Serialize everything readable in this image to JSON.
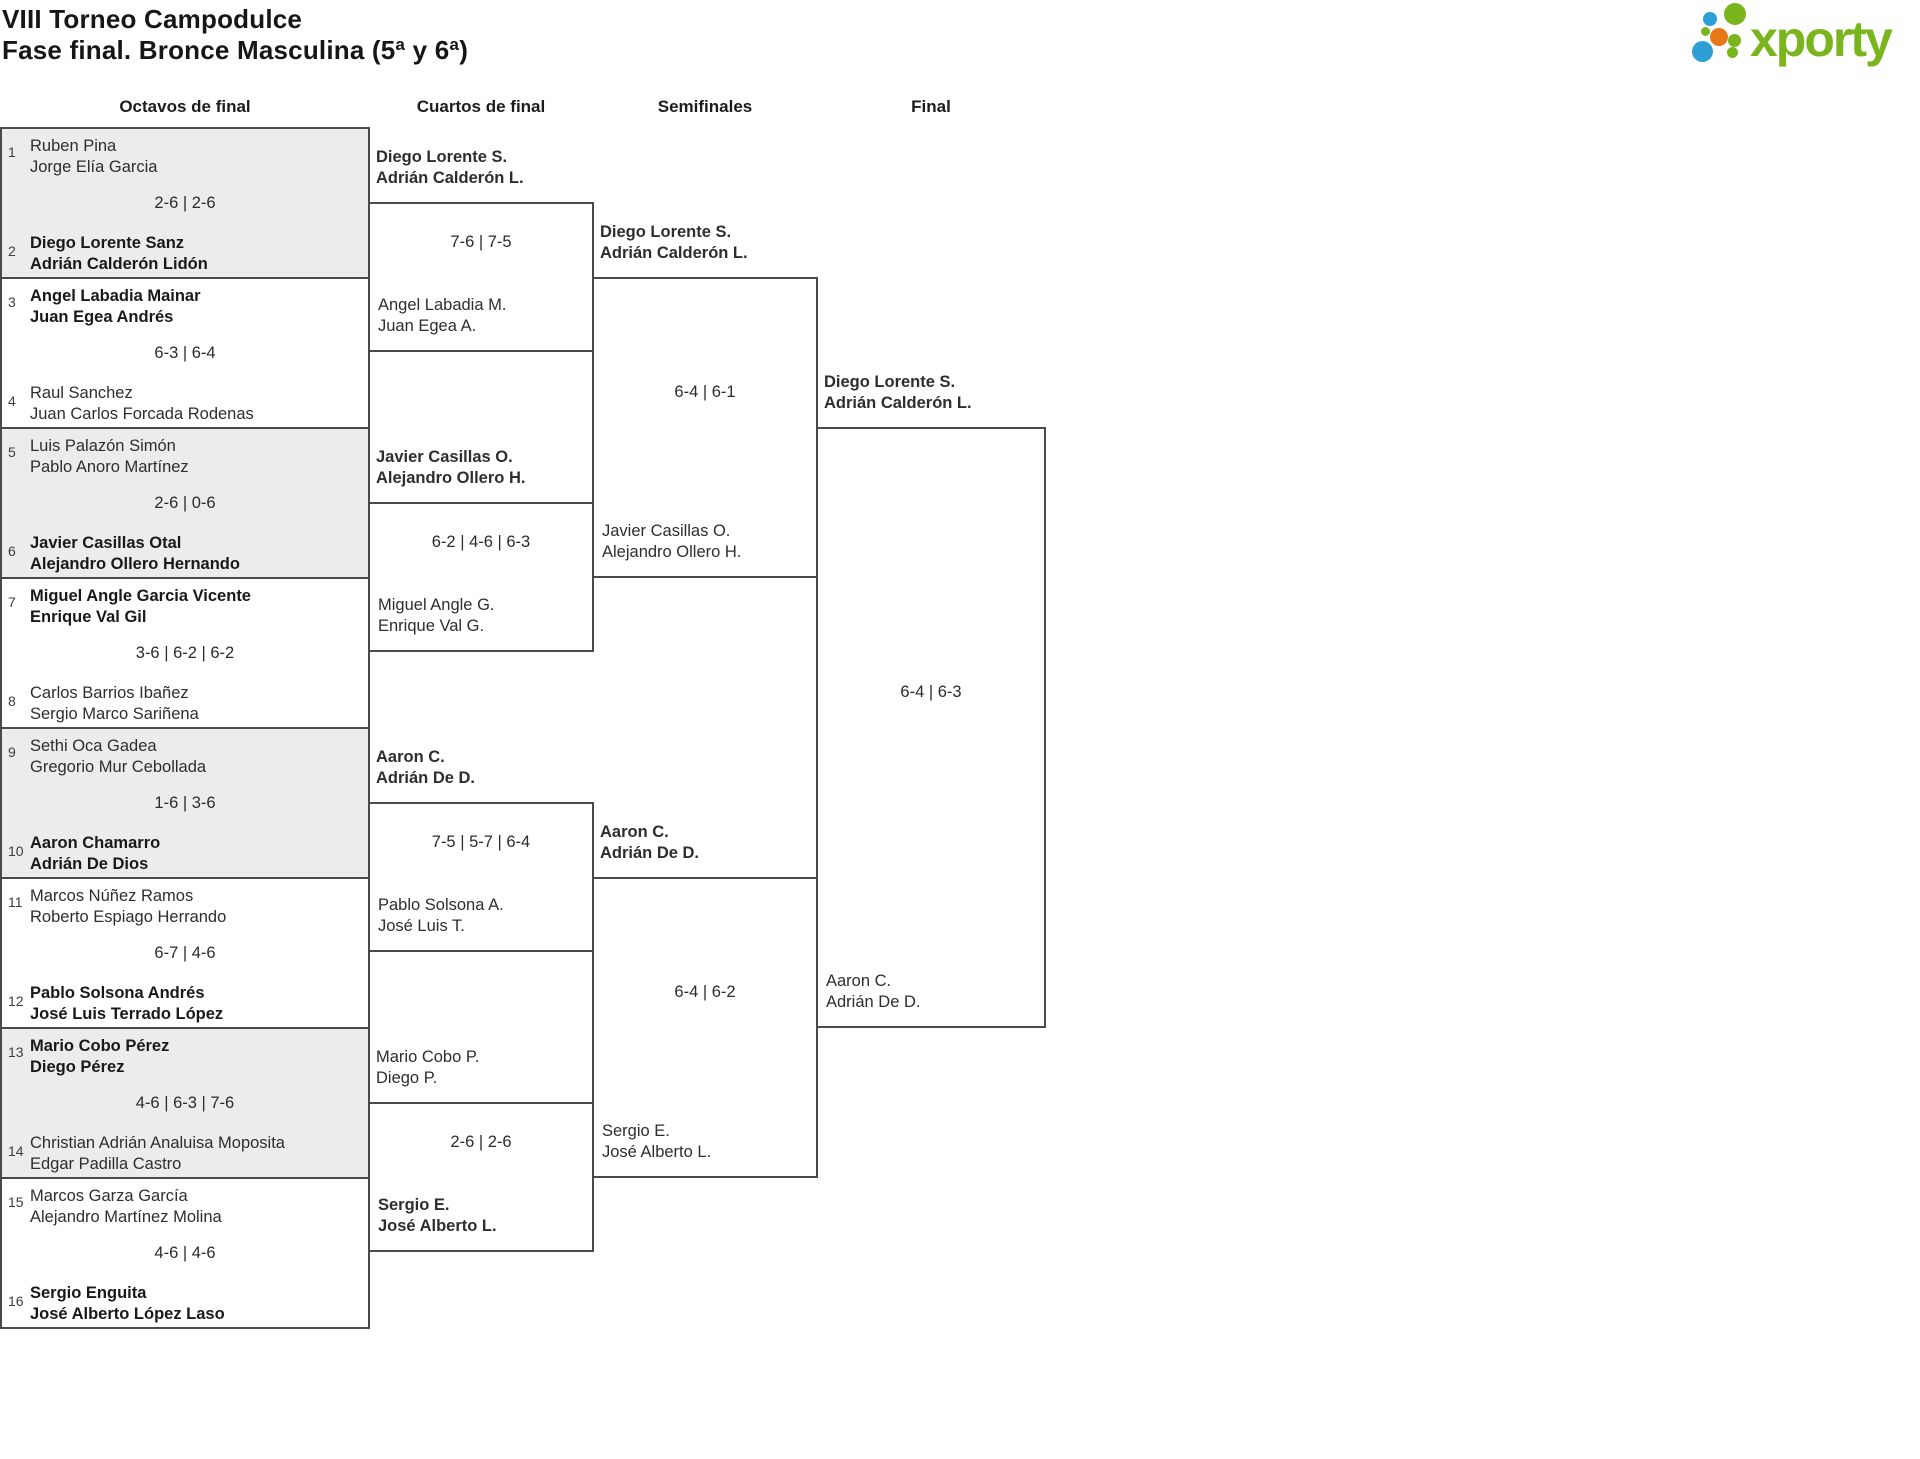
{
  "header": {
    "title_line1": "VIII Torneo Campodulce",
    "title_line2": "Fase final. Bronce Masculina (5ª y 6ª)"
  },
  "brand": {
    "name": "xporty",
    "colors": {
      "green": "#7ab51d",
      "blue": "#2e9fd4",
      "orange": "#e87717"
    }
  },
  "rounds": [
    "Octavos de final",
    "Cuartos de final",
    "Semifinales",
    "Final"
  ],
  "octavos": [
    {
      "seed1": "1",
      "team1": [
        "Ruben Pina",
        "Jorge Elía Garcia"
      ],
      "score": "2-6 | 2-6",
      "seed2": "2",
      "team2": [
        "Diego Lorente Sanz",
        "Adrián Calderón Lidón"
      ],
      "winner": "team2"
    },
    {
      "seed1": "3",
      "team1": [
        "Angel Labadia Mainar",
        "Juan Egea Andrés"
      ],
      "score": "6-3 | 6-4",
      "seed2": "4",
      "team2": [
        "Raul Sanchez",
        "Juan Carlos Forcada Rodenas"
      ],
      "winner": "team1"
    },
    {
      "seed1": "5",
      "team1": [
        "Luis Palazón Simón",
        "Pablo Anoro Martínez"
      ],
      "score": "2-6 | 0-6",
      "seed2": "6",
      "team2": [
        "Javier Casillas Otal",
        "Alejandro Ollero Hernando"
      ],
      "winner": "team2"
    },
    {
      "seed1": "7",
      "team1": [
        "Miguel Angle Garcia Vicente",
        "Enrique Val Gil"
      ],
      "score": "3-6 | 6-2 | 6-2",
      "seed2": "8",
      "team2": [
        "Carlos Barrios Ibañez",
        "Sergio Marco Sariñena"
      ],
      "winner": "team1"
    },
    {
      "seed1": "9",
      "team1": [
        "Sethi Oca Gadea",
        "Gregorio Mur Cebollada"
      ],
      "score": "1-6 | 3-6",
      "seed2": "10",
      "team2": [
        "Aaron Chamarro",
        "Adrián De Dios"
      ],
      "winner": "team2"
    },
    {
      "seed1": "11",
      "team1": [
        "Marcos Núñez Ramos",
        "Roberto Espiago Herrando"
      ],
      "score": "6-7 | 4-6",
      "seed2": "12",
      "team2": [
        "Pablo Solsona Andrés",
        "José Luis Terrado López"
      ],
      "winner": "team2"
    },
    {
      "seed1": "13",
      "team1": [
        "Mario Cobo Pérez",
        "Diego Pérez"
      ],
      "score": "4-6 | 6-3 | 7-6",
      "seed2": "14",
      "team2": [
        "Christian Adrián Analuisa Moposita",
        "Edgar Padilla Castro"
      ],
      "winner": "team1"
    },
    {
      "seed1": "15",
      "team1": [
        "Marcos Garza García",
        "Alejandro Martínez Molina"
      ],
      "score": "4-6 | 4-6",
      "seed2": "16",
      "team2": [
        "Sergio Enguita",
        "José Alberto López Laso"
      ],
      "winner": "team2"
    }
  ],
  "cuartos": [
    {
      "top": [
        "Diego Lorente S.",
        "Adrián Calderón L."
      ],
      "score": "7-6 | 7-5",
      "bottom": [
        "Angel Labadia M.",
        "Juan Egea A."
      ],
      "winner": "top"
    },
    {
      "top": [
        "Javier Casillas O.",
        "Alejandro Ollero H."
      ],
      "score": "6-2 | 4-6 | 6-3",
      "bottom": [
        "Miguel Angle G.",
        "Enrique Val G."
      ],
      "winner": "top"
    },
    {
      "top": [
        "Aaron C.",
        "Adrián De D."
      ],
      "score": "7-5 | 5-7 | 6-4",
      "bottom": [
        "Pablo Solsona A.",
        "José Luis T."
      ],
      "winner": "top"
    },
    {
      "top": [
        "Mario Cobo P.",
        "Diego P."
      ],
      "score": "2-6 | 2-6",
      "bottom": [
        "Sergio E.",
        "José Alberto L."
      ],
      "winner": "bottom"
    }
  ],
  "semifinales": [
    {
      "top": [
        "Diego Lorente S.",
        "Adrián Calderón L."
      ],
      "score": "6-4 | 6-1",
      "bottom": [
        "Javier Casillas O.",
        "Alejandro Ollero H."
      ],
      "winner": "top"
    },
    {
      "top": [
        "Aaron C.",
        "Adrián De D."
      ],
      "score": "6-4 | 6-2",
      "bottom": [
        "Sergio E.",
        "José Alberto L."
      ],
      "winner": "top"
    }
  ],
  "final": {
    "top": [
      "Diego Lorente S.",
      "Adrián Calderón L."
    ],
    "score": "6-4 | 6-3",
    "bottom": [
      "Aaron C.",
      "Adrián De D."
    ]
  }
}
